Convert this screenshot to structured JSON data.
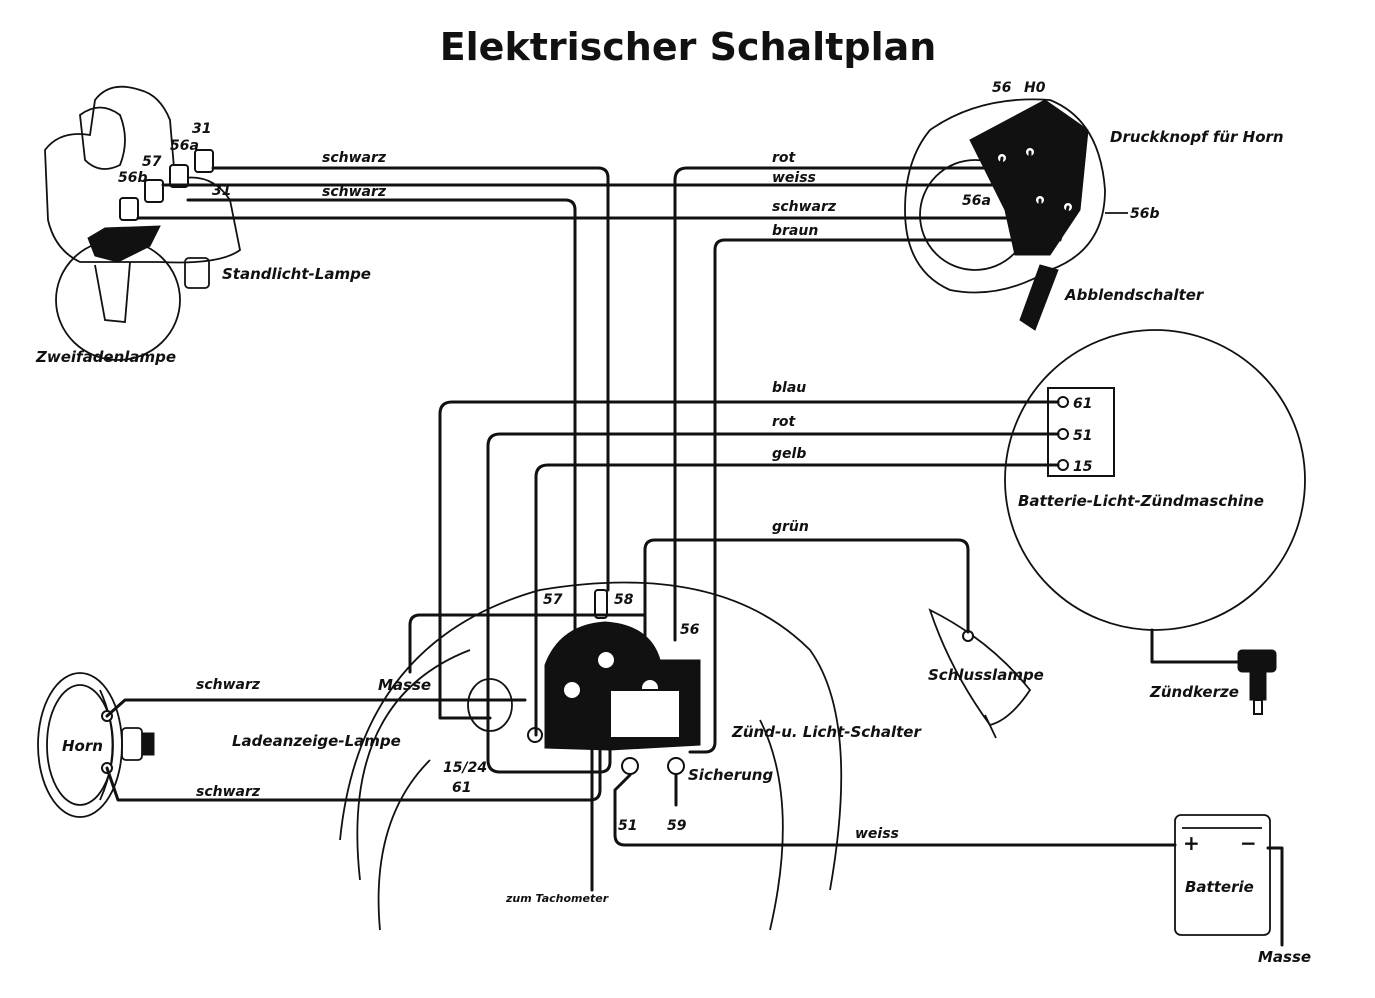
{
  "title": "Elektrischer Schaltplan",
  "components": {
    "zweifadenlampe": "Zweifadenlampe",
    "standlicht_lampe": "Standlicht-Lampe",
    "druckknopf_horn": "Druckknopf für Horn",
    "abblendschalter": "Abblendschalter",
    "batterie_licht_zuendmaschine": "Batterie-Licht-Zündmaschine",
    "schlusslampe": "Schlusslampe",
    "zuendkerze": "Zündkerze",
    "horn": "Horn",
    "ladeanzeige_lampe": "Ladeanzeige-Lampe",
    "masse_center": "Masse",
    "zuend_licht_schalter": "Zünd-u. Licht-Schalter",
    "sicherung": "Sicherung",
    "zum_tachometer": "zum Tachometer",
    "batterie": "Batterie",
    "masse_battery": "Masse"
  },
  "wires": {
    "schwarz_1": "schwarz",
    "schwarz_2": "schwarz",
    "rot_top": "rot",
    "weiss_top": "weiss",
    "schwarz_top": "schwarz",
    "braun": "braun",
    "blau": "blau",
    "rot_mid": "rot",
    "gelb": "gelb",
    "gruen": "grün",
    "schwarz_horn_top": "schwarz",
    "schwarz_horn_bottom": "schwarz",
    "weiss_bottom": "weiss"
  },
  "terminals": {
    "lamp_31": "31",
    "lamp_56a": "56a",
    "lamp_57": "57",
    "lamp_56b": "56b",
    "lamp_31b": "31",
    "switch_56": "56",
    "switch_h0": "H0",
    "switch_56a": "56a",
    "switch_56b": "56b",
    "gen_61": "61",
    "gen_51": "51",
    "gen_15": "15",
    "hub_57": "57",
    "hub_58": "58",
    "hub_56": "56",
    "hub_15_24": "15/24",
    "hub_61": "61",
    "hub_51": "51",
    "hub_59": "59"
  },
  "battery_signs": {
    "plus": "+",
    "minus": "−"
  }
}
